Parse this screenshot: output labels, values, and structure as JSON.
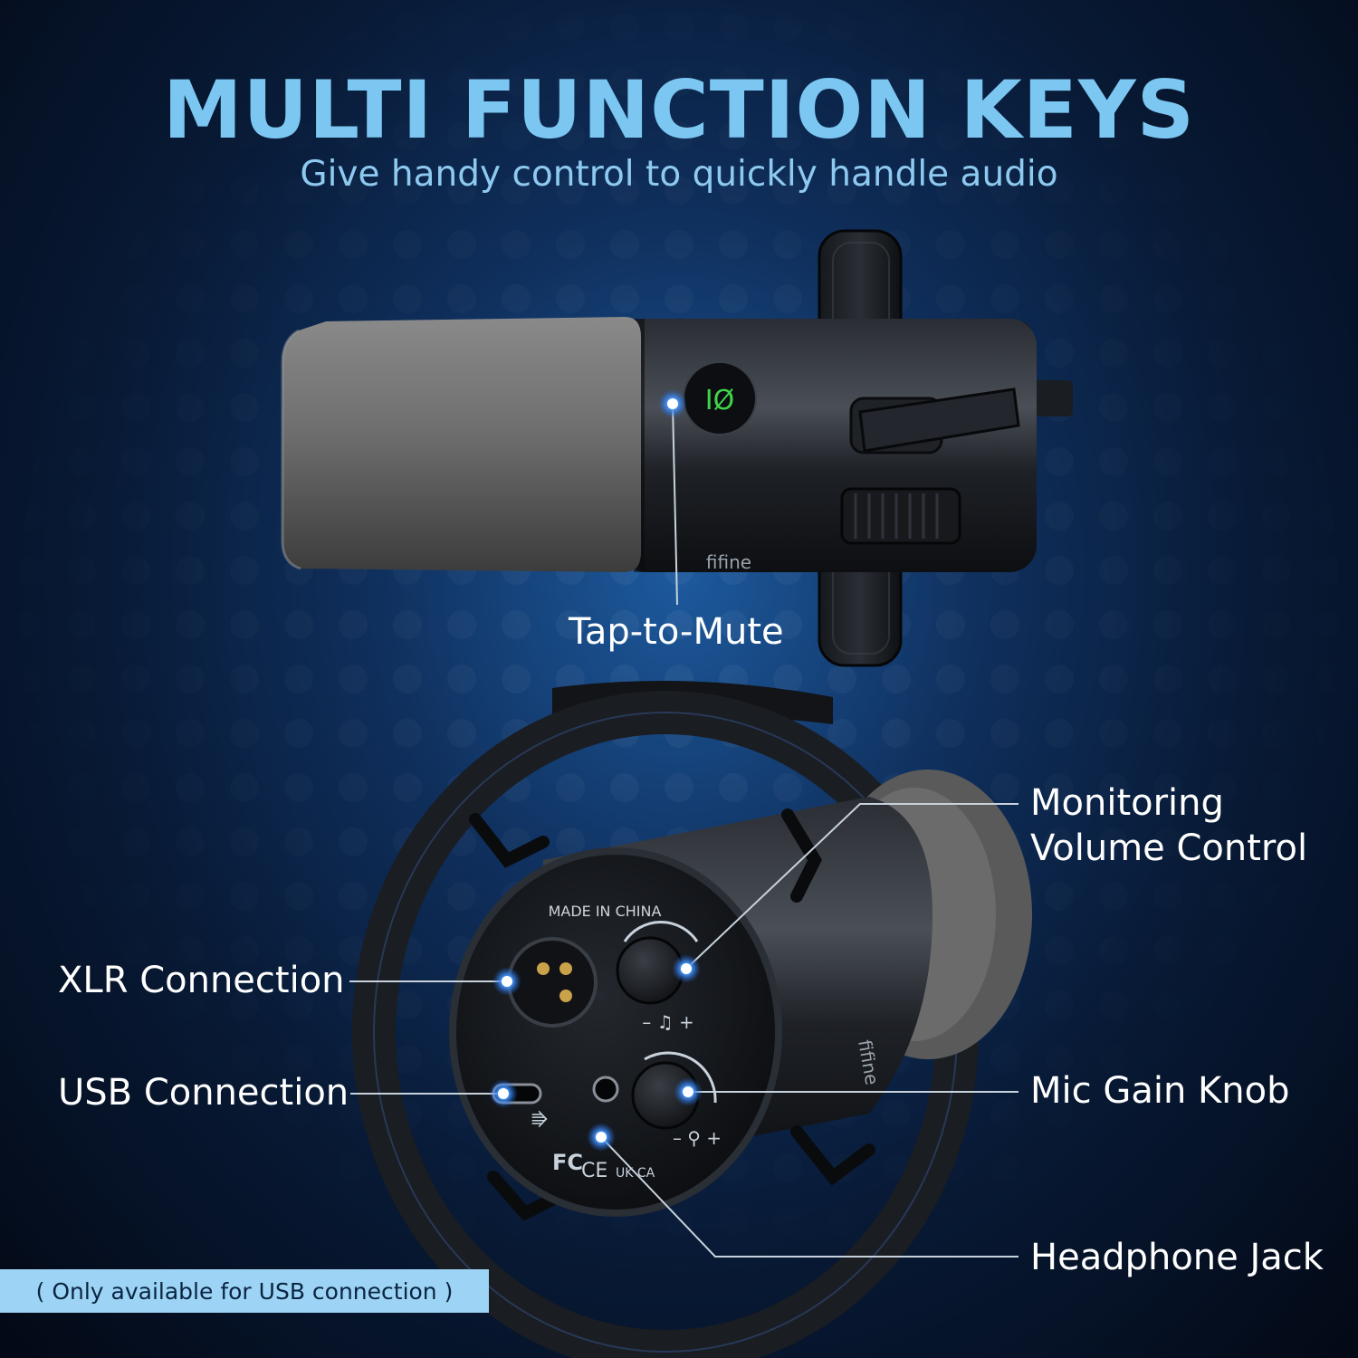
{
  "header": {
    "title": "MULTI FUNCTION KEYS",
    "subtitle": "Give handy control to quickly handle audio"
  },
  "product": {
    "brand_mark": "fifine",
    "back_panel_marking": "MADE IN CHINA",
    "mute_button_symbol": "IØ",
    "certification_marks": [
      "FC",
      "CE",
      "UK CA"
    ]
  },
  "callouts": {
    "tap_to_mute": "Tap-to-Mute",
    "monitoring_line1": "Monitoring",
    "monitoring_line2": "Volume Control",
    "xlr": "XLR Connection",
    "usb": "USB Connection",
    "mic_gain": "Mic Gain Knob",
    "headphone_jack": "Headphone Jack"
  },
  "footnote": "( Only available for USB connection )",
  "colors": {
    "accent": "#7cc6f2",
    "marker": "#3b8cff",
    "mute_led": "#3fd44a",
    "footnote_bg": "#9dd4f5"
  },
  "icons": [
    "usb-icon",
    "headphone-icon",
    "microphone-icon",
    "mute-icon"
  ]
}
